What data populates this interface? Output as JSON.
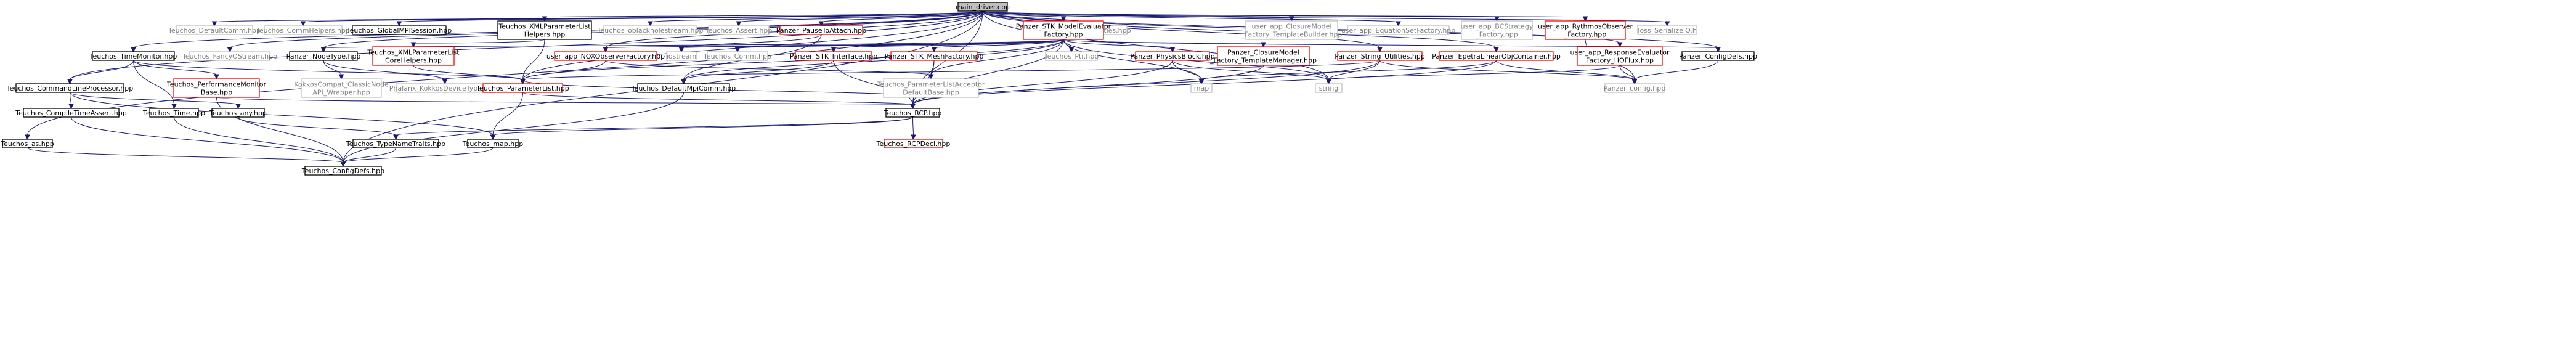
{
  "graph": {
    "nodes": [
      {
        "id": "main",
        "label": [
          "main_driver.cpp"
        ],
        "style": "root"
      },
      {
        "id": "tdc",
        "label": [
          "Teuchos_DefaultComm.hpp"
        ],
        "style": "gray"
      },
      {
        "id": "tch",
        "label": [
          "Teuchos_CommHelpers.hpp"
        ],
        "style": "gray"
      },
      {
        "id": "tgms",
        "label": [
          "Teuchos_GlobalMPISession.hpp"
        ],
        "style": "black"
      },
      {
        "id": "txph",
        "label": [
          "Teuchos_XMLParameterList",
          "Helpers.hpp"
        ],
        "style": "black"
      },
      {
        "id": "tobs",
        "label": [
          "Teuchos_oblackholestream.hpp"
        ],
        "style": "gray"
      },
      {
        "id": "tas",
        "label": [
          "Teuchos_Assert.hpp"
        ],
        "style": "gray"
      },
      {
        "id": "ppta",
        "label": [
          "Panzer_PauseToAttach.hpp"
        ],
        "style": "red"
      },
      {
        "id": "pku",
        "label": [
          "Phalanx_KokkosUtilities.hpp"
        ],
        "style": "gray"
      },
      {
        "id": "psme",
        "label": [
          "Panzer_STK_ModelEvaluator",
          "Factory.hpp"
        ],
        "style": "red"
      },
      {
        "id": "uacm",
        "label": [
          "user_app_ClosureModel",
          "_Factory_TemplateBuilder.hpp"
        ],
        "style": "gray"
      },
      {
        "id": "uaes",
        "label": [
          "user_app_EquationSetFactory.hpp"
        ],
        "style": "gray"
      },
      {
        "id": "uabc",
        "label": [
          "user_app_BCStrategy",
          "_Factory.hpp"
        ],
        "style": "gray"
      },
      {
        "id": "uaro",
        "label": [
          "user_app_RythmosObserver",
          "_Factory.hpp"
        ],
        "style": "red"
      },
      {
        "id": "iosso",
        "label": [
          "Ioss_SerializeIO.h"
        ],
        "style": "gray"
      },
      {
        "id": "ttm",
        "label": [
          "Teuchos_TimeMonitor.hpp"
        ],
        "style": "black"
      },
      {
        "id": "tfos",
        "label": [
          "Teuchos_FancyOStream.hpp"
        ],
        "style": "gray"
      },
      {
        "id": "pnt",
        "label": [
          "Panzer_NodeType.hpp"
        ],
        "style": "black"
      },
      {
        "id": "txpc",
        "label": [
          "Teuchos_XMLParameterList",
          "CoreHelpers.hpp"
        ],
        "style": "red"
      },
      {
        "id": "unox",
        "label": [
          "user_app_NOXObserverFactory.hpp"
        ],
        "style": "red"
      },
      {
        "id": "ios",
        "label": [
          "iostream"
        ],
        "style": "gray"
      },
      {
        "id": "tcomm",
        "label": [
          "Teuchos_Comm.hpp"
        ],
        "style": "gray"
      },
      {
        "id": "psi",
        "label": [
          "Panzer_STK_Interface.hpp"
        ],
        "style": "red"
      },
      {
        "id": "psmf",
        "label": [
          "Panzer_STK_MeshFactory.hpp"
        ],
        "style": "red"
      },
      {
        "id": "tptr",
        "label": [
          "Teuchos_Ptr.hpp"
        ],
        "style": "gray"
      },
      {
        "id": "ppb",
        "label": [
          "Panzer_PhysicsBlock.hpp"
        ],
        "style": "red"
      },
      {
        "id": "pcmf",
        "label": [
          "Panzer_ClosureModel",
          "_Factory_TemplateManager.hpp"
        ],
        "style": "red"
      },
      {
        "id": "psu",
        "label": [
          "Panzer_String_Utilities.hpp"
        ],
        "style": "red"
      },
      {
        "id": "pelo",
        "label": [
          "Panzer_EpetraLinearObjContainer.hpp"
        ],
        "style": "red"
      },
      {
        "id": "uare",
        "label": [
          "user_app_ResponseEvaluator",
          "Factory_HOFlux.hpp"
        ],
        "style": "red"
      },
      {
        "id": "pcd",
        "label": [
          "Panzer_ConfigDefs.hpp"
        ],
        "style": "black"
      },
      {
        "id": "tpmb",
        "label": [
          "Teuchos_PerformanceMonitor",
          "Base.hpp"
        ],
        "style": "red"
      },
      {
        "id": "kcc",
        "label": [
          "KokkosCompat_ClassicNode",
          "API_Wrapper.hpp"
        ],
        "style": "gray"
      },
      {
        "id": "pkdt",
        "label": [
          "Phalanx_KokkosDeviceTypes.hpp"
        ],
        "style": "gray"
      },
      {
        "id": "tdmc",
        "label": [
          "Teuchos_DefaultMpiComm.hpp"
        ],
        "style": "black"
      },
      {
        "id": "tpla",
        "label": [
          "Teuchos_ParameterListAcceptor",
          "DefaultBase.hpp"
        ],
        "style": "gray"
      },
      {
        "id": "map",
        "label": [
          "map"
        ],
        "style": "gray"
      },
      {
        "id": "str",
        "label": [
          "string"
        ],
        "style": "gray"
      },
      {
        "id": "pconf",
        "label": [
          "Panzer_config.hpp"
        ],
        "style": "gray"
      },
      {
        "id": "tclp",
        "label": [
          "Teuchos_CommandLineProcessor.hpp"
        ],
        "style": "black"
      },
      {
        "id": "tpl",
        "label": [
          "Teuchos_ParameterList.hpp"
        ],
        "style": "red"
      },
      {
        "id": "tcta",
        "label": [
          "Teuchos_CompileTimeAssert.hpp"
        ],
        "style": "black"
      },
      {
        "id": "ttime",
        "label": [
          "Teuchos_Time.hpp"
        ],
        "style": "black"
      },
      {
        "id": "tany",
        "label": [
          "Teuchos_any.hpp"
        ],
        "style": "black"
      },
      {
        "id": "trcp",
        "label": [
          "Teuchos_RCP.hpp"
        ],
        "style": "black"
      },
      {
        "id": "tasv",
        "label": [
          "Teuchos_as.hpp"
        ],
        "style": "black"
      },
      {
        "id": "ttnt",
        "label": [
          "Teuchos_TypeNameTraits.hpp"
        ],
        "style": "black"
      },
      {
        "id": "tmap",
        "label": [
          "Teuchos_map.hpp"
        ],
        "style": "black"
      },
      {
        "id": "trcpd",
        "label": [
          "Teuchos_RCPDecl.hpp"
        ],
        "style": "red"
      },
      {
        "id": "tcfg",
        "label": [
          "Teuchos_ConfigDefs.hpp"
        ],
        "style": "black"
      }
    ],
    "edges": [
      [
        "main",
        "tdc"
      ],
      [
        "main",
        "tch"
      ],
      [
        "main",
        "tgms"
      ],
      [
        "main",
        "txph"
      ],
      [
        "main",
        "tobs"
      ],
      [
        "main",
        "tas"
      ],
      [
        "main",
        "ppta"
      ],
      [
        "main",
        "pku"
      ],
      [
        "main",
        "psme"
      ],
      [
        "main",
        "uacm"
      ],
      [
        "main",
        "uaes"
      ],
      [
        "main",
        "uabc"
      ],
      [
        "main",
        "uaro"
      ],
      [
        "main",
        "iosso"
      ],
      [
        "main",
        "ttm"
      ],
      [
        "main",
        "tfos"
      ],
      [
        "main",
        "pnt"
      ],
      [
        "main",
        "tclp"
      ],
      [
        "main",
        "tasv"
      ],
      [
        "main",
        "tpl"
      ],
      [
        "main",
        "trcp"
      ],
      [
        "main",
        "str"
      ],
      [
        "main",
        "pcd"
      ],
      [
        "main",
        "psu"
      ],
      [
        "main",
        "pelo"
      ],
      [
        "main",
        "uare"
      ],
      [
        "main",
        "tcfg"
      ],
      [
        "main",
        "unox"
      ],
      [
        "txph",
        "txpc"
      ],
      [
        "txph",
        "tpl"
      ],
      [
        "ppta",
        "ios"
      ],
      [
        "ppta",
        "tdmc"
      ],
      [
        "psme",
        "unox"
      ],
      [
        "psme",
        "psi"
      ],
      [
        "psme",
        "psmf"
      ],
      [
        "psme",
        "ppb"
      ],
      [
        "psme",
        "pcmf"
      ],
      [
        "psme",
        "tptr"
      ],
      [
        "psme",
        "tpl"
      ],
      [
        "psme",
        "map"
      ],
      [
        "psme",
        "str"
      ],
      [
        "psme",
        "trcp"
      ],
      [
        "psme",
        "tdmc"
      ],
      [
        "psme",
        "tpla"
      ],
      [
        "psme",
        "ios"
      ],
      [
        "psme",
        "tcomm"
      ],
      [
        "psme",
        "pcd"
      ],
      [
        "psme",
        "pnt"
      ],
      [
        "ttm",
        "tpmb"
      ],
      [
        "ttm",
        "ttime"
      ],
      [
        "ttm",
        "tclp"
      ],
      [
        "ttm",
        "tpl"
      ],
      [
        "pnt",
        "kcc"
      ],
      [
        "pnt",
        "pkdt"
      ],
      [
        "txpc",
        "tpl"
      ],
      [
        "unox",
        "tpl"
      ],
      [
        "unox",
        "tpla"
      ],
      [
        "psi",
        "trcp"
      ],
      [
        "psi",
        "tdmc"
      ],
      [
        "psmf",
        "tpla"
      ],
      [
        "psmf",
        "trcp"
      ],
      [
        "ppb",
        "map"
      ],
      [
        "ppb",
        "str"
      ],
      [
        "ppb",
        "trcp"
      ],
      [
        "pcmf",
        "trcp"
      ],
      [
        "psu",
        "str"
      ],
      [
        "psu",
        "trcp"
      ],
      [
        "psu",
        "pconf"
      ],
      [
        "psu",
        "tpl"
      ],
      [
        "pelo",
        "pconf"
      ],
      [
        "pelo",
        "map"
      ],
      [
        "pelo",
        "trcp"
      ],
      [
        "uare",
        "pconf"
      ],
      [
        "uare",
        "str"
      ],
      [
        "uaro",
        "pconf"
      ],
      [
        "pcd",
        "pconf"
      ],
      [
        "tpmb",
        "trcp"
      ],
      [
        "tpmb",
        "tcfg"
      ],
      [
        "tpla",
        "tpl"
      ],
      [
        "tdmc",
        "tcfg"
      ],
      [
        "tclp",
        "tcta"
      ],
      [
        "tclp",
        "tany"
      ],
      [
        "tclp",
        "tmap"
      ],
      [
        "tpl",
        "trcp"
      ],
      [
        "tpl",
        "tmap"
      ],
      [
        "tcta",
        "tcfg"
      ],
      [
        "ttime",
        "tcfg"
      ],
      [
        "tany",
        "ttnt"
      ],
      [
        "tasv",
        "tcfg"
      ],
      [
        "trcp",
        "ttnt"
      ],
      [
        "trcp",
        "tmap"
      ],
      [
        "trcp",
        "trcpd"
      ],
      [
        "ttnt",
        "tcfg"
      ],
      [
        "tmap",
        "tcfg"
      ]
    ]
  },
  "colors": {
    "edge": "#191970",
    "root_fill": "#bfbfbf",
    "red_stroke": "#ff0000",
    "gray_stroke": "#bfbfbf",
    "gray_text": "#7f7f7f",
    "black_text": "#000000"
  }
}
